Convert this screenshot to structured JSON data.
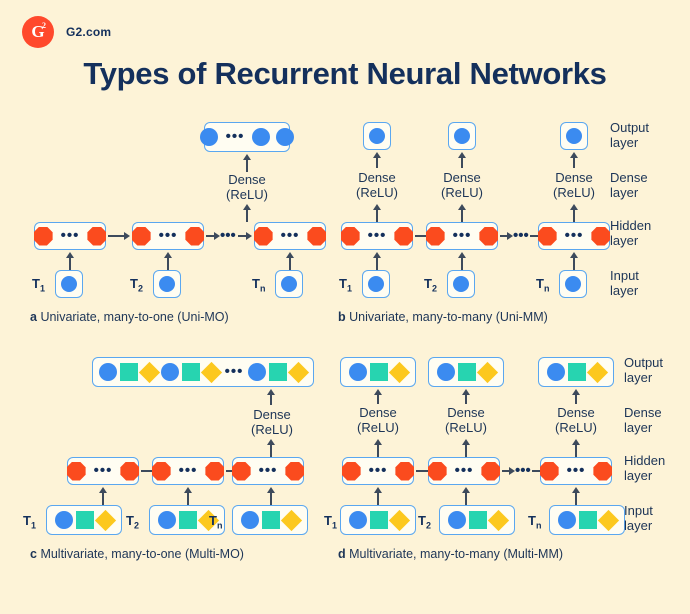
{
  "header": {
    "logo_text": "G",
    "logo_sup": "2",
    "brand": "G2.com"
  },
  "title": "Types of Recurrent Neural Networks",
  "labels": {
    "dense_line1": "Dense",
    "dense_line2": "(ReLU)",
    "t1": "T",
    "t1_sub": "1",
    "t2": "T",
    "t2_sub": "2",
    "tn": "T",
    "tn_sub": "n",
    "dots": "•••"
  },
  "layer_legend": [
    {
      "line1": "Output",
      "line2": "layer"
    },
    {
      "line1": "Dense",
      "line2": "layer"
    },
    {
      "line1": "Hidden",
      "line2": "layer"
    },
    {
      "line1": "Input",
      "line2": "layer"
    }
  ],
  "panels": [
    {
      "id": "a",
      "letter": "a",
      "caption": "Univariate, many-to-one (Uni-MO)",
      "variate": "univariate",
      "mapping": "many-to-one",
      "output_nodes": [
        "circle",
        "dots",
        "circle",
        "circle"
      ],
      "hidden_nodes": [
        "octagon",
        "dots",
        "octagon"
      ],
      "input_nodes": [
        "circle"
      ]
    },
    {
      "id": "b",
      "letter": "b",
      "caption": "Univariate, many-to-many (Uni-MM)",
      "variate": "univariate",
      "mapping": "many-to-many",
      "output_nodes": [
        "circle"
      ],
      "hidden_nodes": [
        "octagon",
        "dots",
        "octagon"
      ],
      "input_nodes": [
        "circle"
      ]
    },
    {
      "id": "c",
      "letter": "c",
      "caption": "Multivariate, many-to-one (Multi-MO)",
      "variate": "multivariate",
      "mapping": "many-to-one",
      "output_nodes": [
        "circle",
        "square",
        "diamond",
        "circle",
        "square",
        "diamond",
        "dots",
        "circle",
        "square",
        "diamond"
      ],
      "hidden_nodes": [
        "octagon",
        "dots",
        "octagon"
      ],
      "input_nodes": [
        "circle",
        "square",
        "diamond"
      ]
    },
    {
      "id": "d",
      "letter": "d",
      "caption": "Multivariate, many-to-many (Multi-MM)",
      "variate": "multivariate",
      "mapping": "many-to-many",
      "output_nodes": [
        "circle",
        "square",
        "diamond"
      ],
      "hidden_nodes": [
        "octagon",
        "dots",
        "octagon"
      ],
      "input_nodes": [
        "circle",
        "square",
        "diamond"
      ]
    }
  ],
  "colors": {
    "background": "#fdf3d7",
    "text": "#14305c",
    "brand_red": "#ff492c",
    "node_blue": "#3b8bf0",
    "node_teal": "#27d4b0",
    "node_yellow": "#fcc81e",
    "node_red": "#fb4b1e",
    "box_border": "#5aa7f0",
    "arrow": "#3d4a5c"
  }
}
